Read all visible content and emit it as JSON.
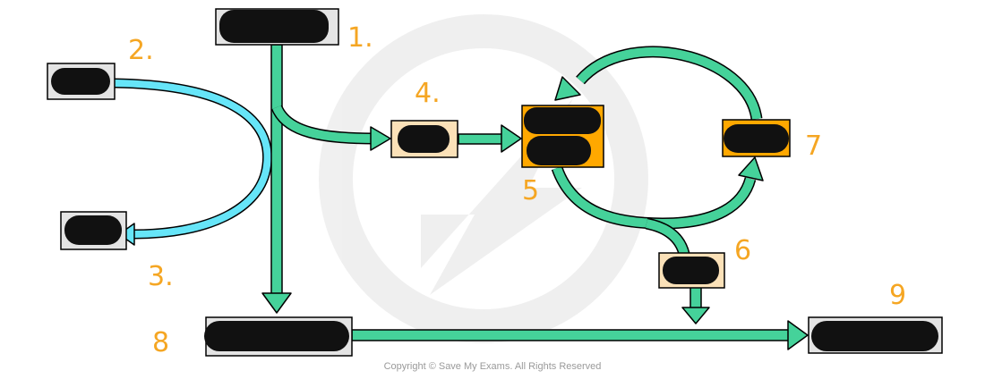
{
  "labels": {
    "n1": "1.",
    "n2": "2.",
    "n3": "3.",
    "n4": "4.",
    "n5": "5",
    "n6": "6",
    "n7": "7",
    "n8": "8",
    "n9": "9"
  },
  "copyright": "Copyright © Save My Exams. All Rights Reserved",
  "colors": {
    "green_arrow": "#45D29A",
    "blue_arrow": "#66E5F8",
    "grey_box": "#E4E4E4",
    "peach_box": "#FBE1B8",
    "orange_box": "#FFA800",
    "number": "#F5A623",
    "redaction": "#111111"
  },
  "boxes": [
    {
      "id": "box-1",
      "fill": "grey",
      "content": "redacted"
    },
    {
      "id": "box-2",
      "fill": "grey",
      "content": "redacted"
    },
    {
      "id": "box-3",
      "fill": "grey",
      "content": "redacted"
    },
    {
      "id": "box-4",
      "fill": "peach",
      "content": "redacted"
    },
    {
      "id": "box-5",
      "fill": "orange",
      "content": "redacted"
    },
    {
      "id": "box-6",
      "fill": "peach",
      "content": "redacted"
    },
    {
      "id": "box-7",
      "fill": "orange",
      "content": "redacted"
    },
    {
      "id": "box-8",
      "fill": "grey",
      "content": "redacted"
    },
    {
      "id": "box-9",
      "fill": "grey",
      "content": "redacted"
    }
  ]
}
